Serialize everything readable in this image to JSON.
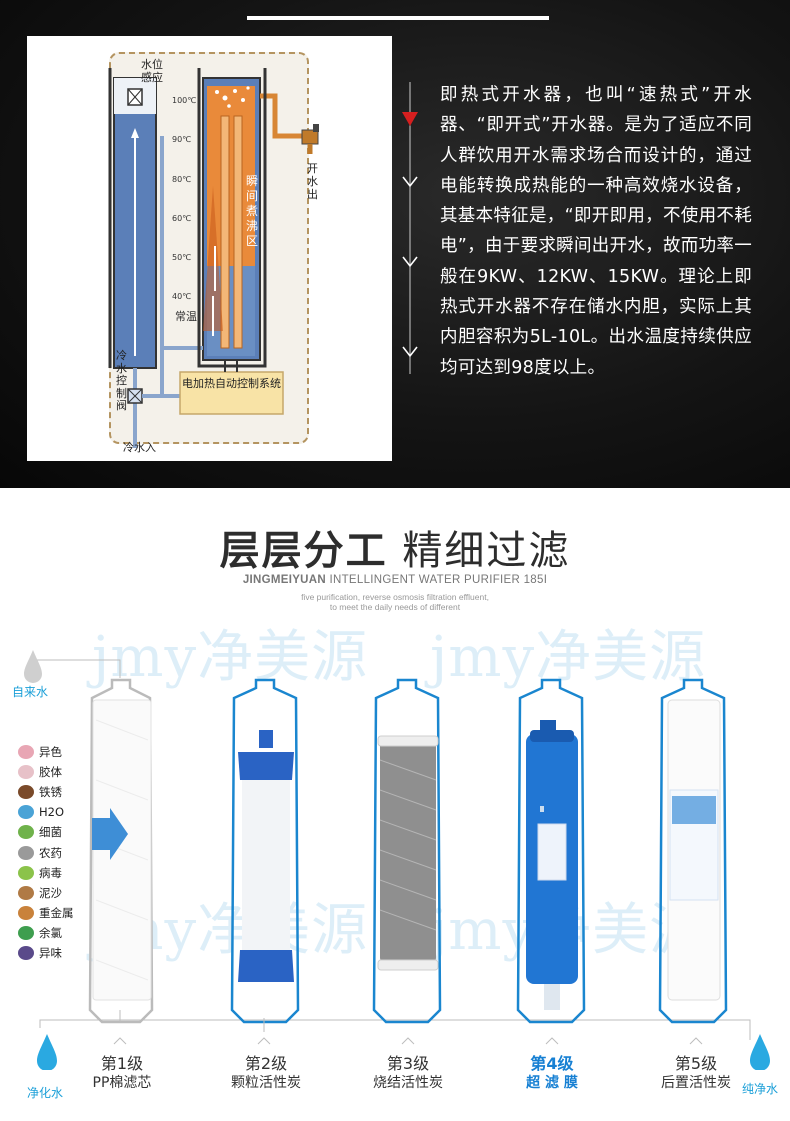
{
  "top": {
    "diagram": {
      "label_water_level": "水位感应",
      "temps": [
        "100℃",
        "90℃",
        "80℃",
        "60℃",
        "50℃",
        "40℃"
      ],
      "label_normal_temp": "常温",
      "label_instant_boil": "瞬间煮沸区",
      "label_cold_valve": "冷水控制阀",
      "label_control": "电加热自动控制系统",
      "label_outlet": "开水出",
      "label_cold_in": "冷水入"
    },
    "paragraph": "即热式开水器，也叫“速热式”开水器、“即开式”开水器。是为了适应不同人群饮用开水需求场合而设计的，通过电能转换成热能的一种高效烧水设备，其基本特征是，“即开即用，不使用不耗电”，由于要求瞬间出开水，故而功率一般在9KW、12KW、15KW。理论上即热式开水器不存在储水内胆，实际上其内胆容积为5L-10L。出水温度持续供应均可达到98度以上。"
  },
  "bottom": {
    "heading_bold": "层层分工",
    "heading_light": "精细过滤",
    "sub_en_brand": "JINGMEIYUAN",
    "sub_en_rest": " INTELLINGENT WATER PURIFIER 185I",
    "sub_en_line2": "five purification, reverse osmosis filtration effluent,",
    "sub_en_line3": "to meet the daily needs of different",
    "watermark": "jmy净美源",
    "tap_water": "自来水",
    "purified_water": "净化水",
    "pure_water": "纯净水",
    "contaminants": [
      {
        "label": "异色",
        "color": "#e8a6b4"
      },
      {
        "label": "胶体",
        "color": "#e7c1c8"
      },
      {
        "label": "铁锈",
        "color": "#7a4a2a"
      },
      {
        "label": "H2O",
        "color": "#4aa3d6"
      },
      {
        "label": "细菌",
        "color": "#6fb24b"
      },
      {
        "label": "农药",
        "color": "#9a9a9a"
      },
      {
        "label": "病毒",
        "color": "#8bc34a"
      },
      {
        "label": "泥沙",
        "color": "#b07a45"
      },
      {
        "label": "重金属",
        "color": "#c9823b"
      },
      {
        "label": "余氯",
        "color": "#3e9e4f"
      },
      {
        "label": "异味",
        "color": "#5a4a8a"
      }
    ],
    "stages": [
      {
        "level": "第1级",
        "name": "PP棉滤芯",
        "highlight": false
      },
      {
        "level": "第2级",
        "name": "颗粒活性炭",
        "highlight": false
      },
      {
        "level": "第3级",
        "name": "烧结活性炭",
        "highlight": false
      },
      {
        "level": "第4级",
        "name": "超 滤 膜",
        "highlight": true
      },
      {
        "level": "第5级",
        "name": "后置活性炭",
        "highlight": false
      }
    ],
    "colors": {
      "accent_blue": "#1a9fd8",
      "highlight": "#1780d3"
    }
  }
}
